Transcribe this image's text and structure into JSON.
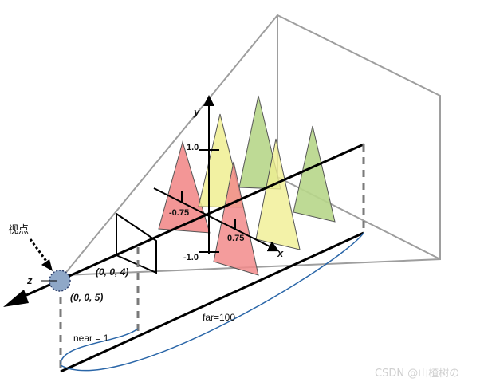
{
  "labels": {
    "viewpoint": "视点",
    "z_axis": "z",
    "x_axis": "x",
    "y_axis": "y",
    "y_pos": "1.0",
    "y_neg": "-1.0",
    "x_neg": "-0.75",
    "x_pos": "0.75",
    "point_near": "(0, 0, 4)",
    "point_eye": "(0, 0, 5)",
    "near": "near = 1",
    "far": "far=100"
  },
  "watermark": "CSDN @山楂树の",
  "colors": {
    "frustum_line": "#9e9e9e",
    "triangle_red": "#f28b8b",
    "triangle_yellow": "#f0ef92",
    "triangle_green": "#b7d68a",
    "eye_fill": "#8fa8c8",
    "curve_blue": "#2a66a8",
    "dash_gray": "#7a7a7a"
  },
  "icons": [
    "viewpoint-eye-icon",
    "arrow-head-icon"
  ]
}
